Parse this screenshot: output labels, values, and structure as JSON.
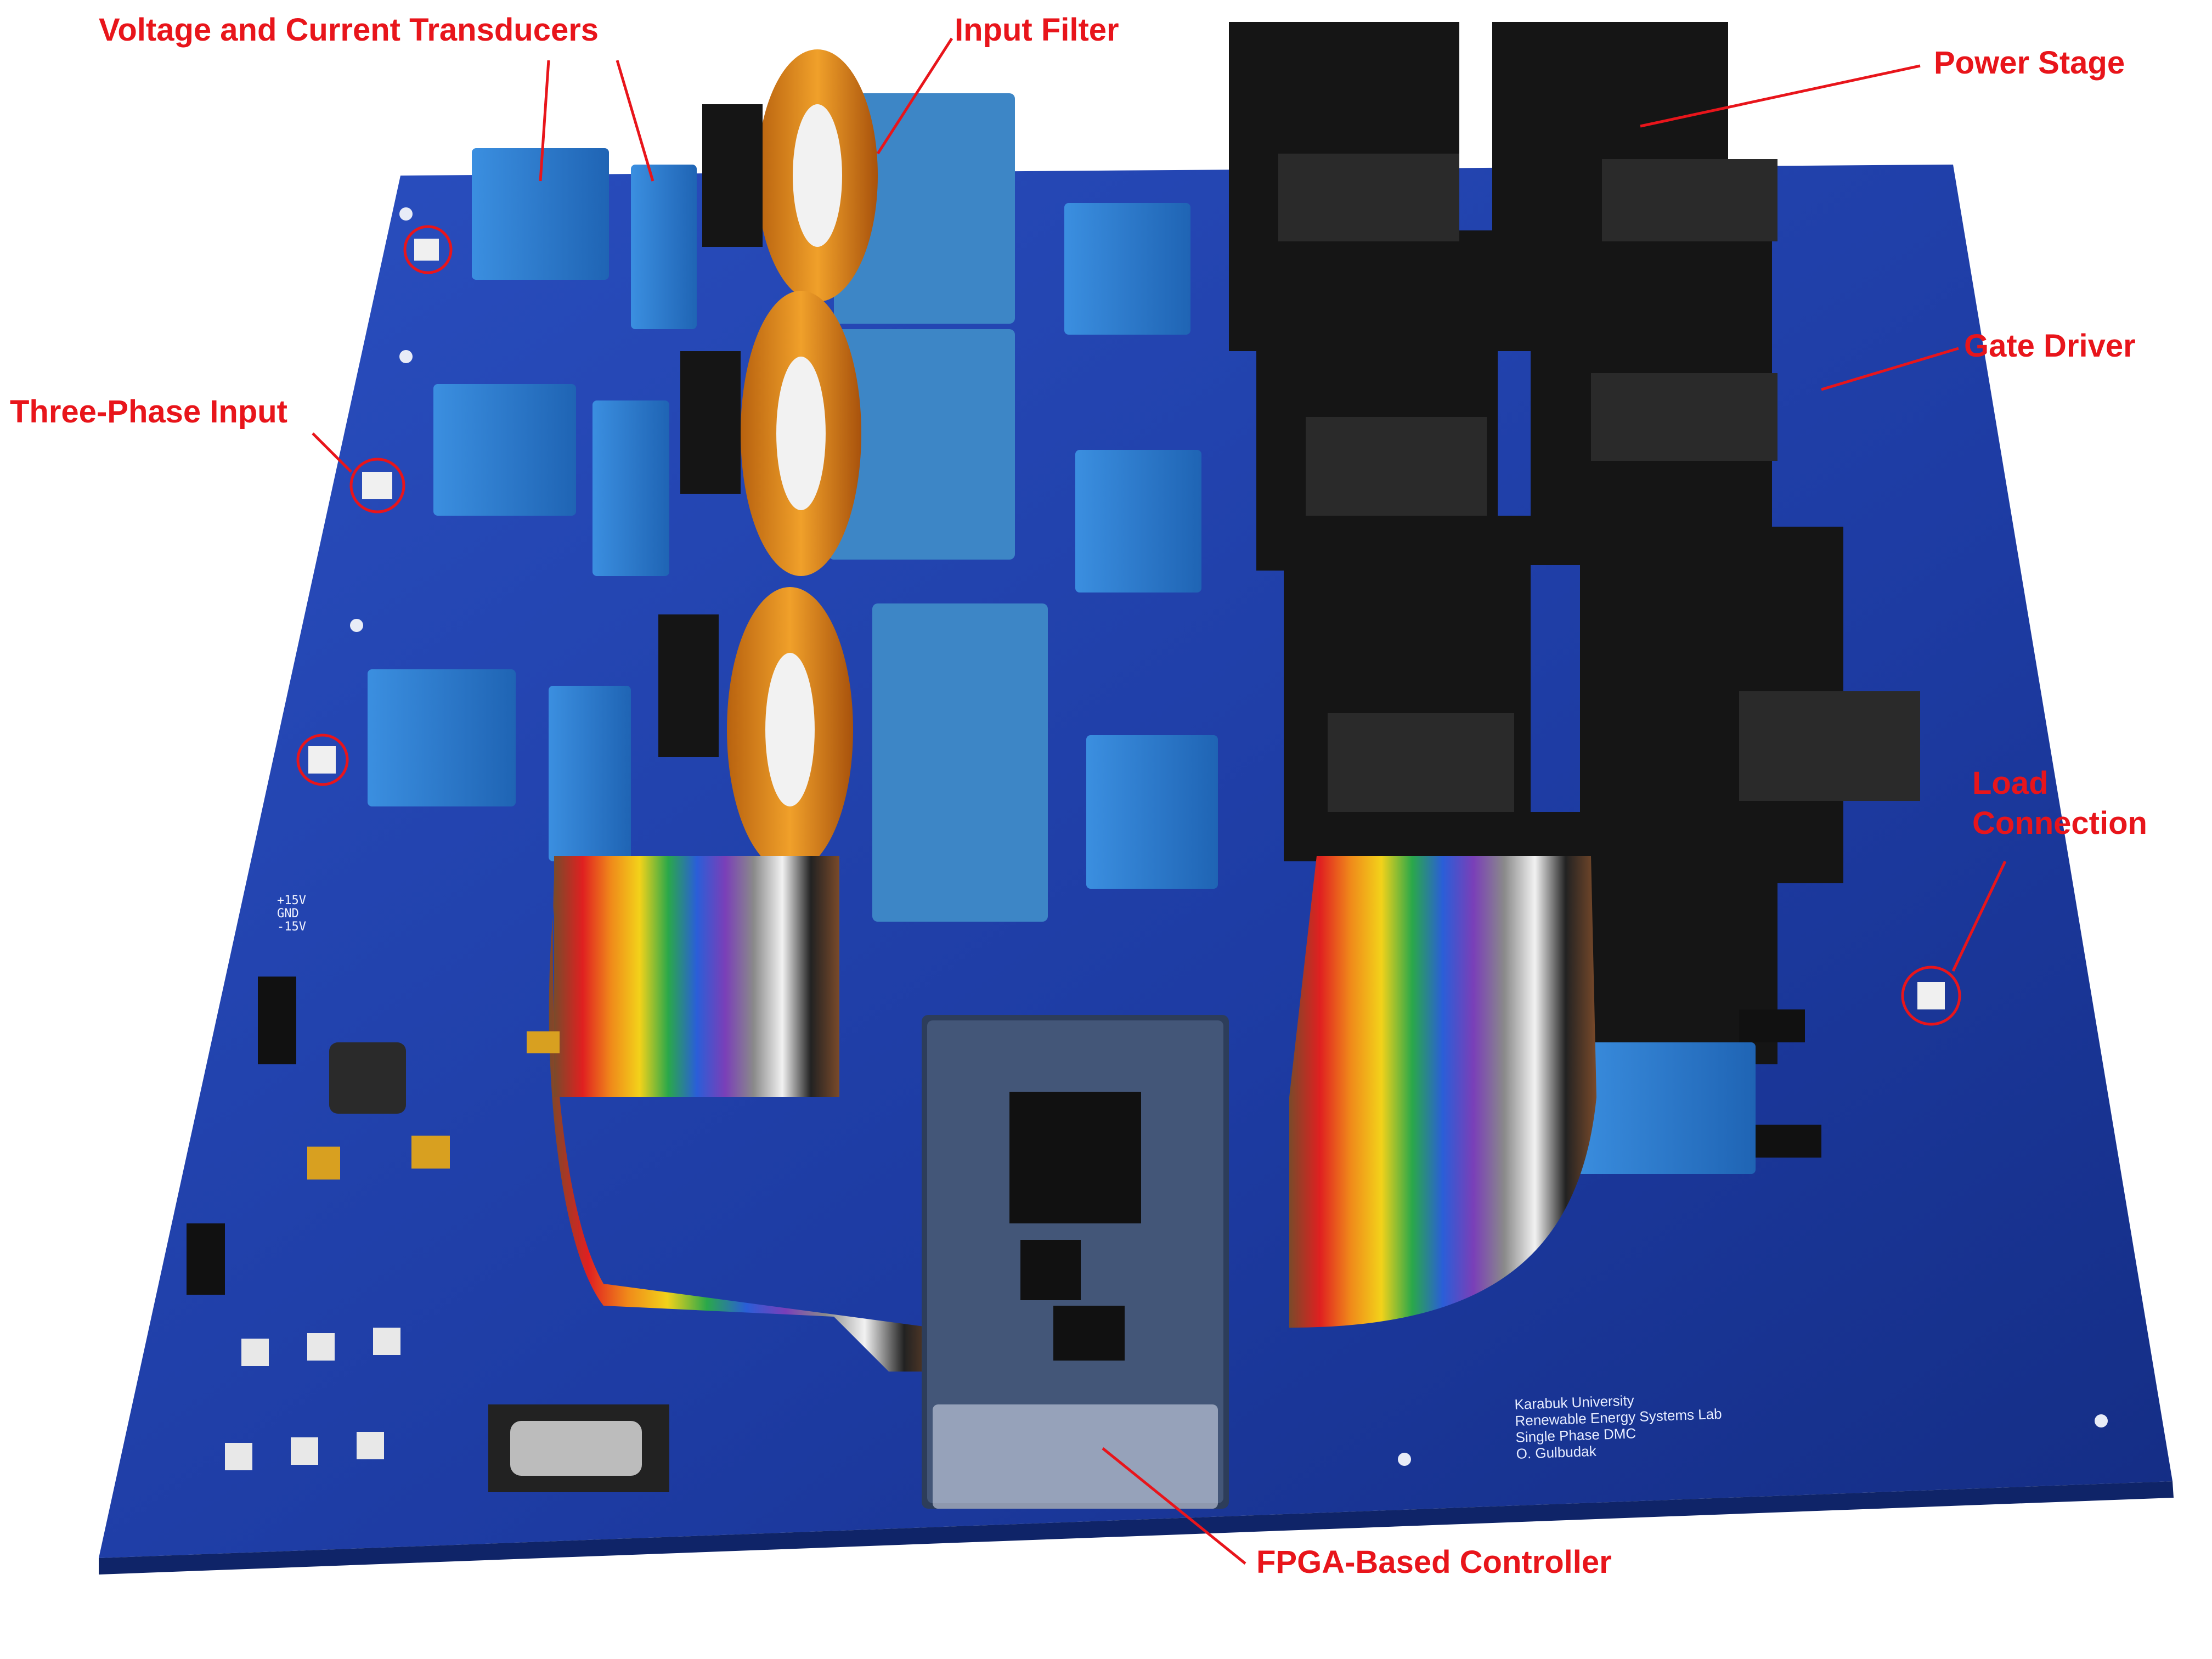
{
  "callouts": {
    "transducers": "Voltage and Current Transducers",
    "input_filter": "Input Filter",
    "power_stage": "Power Stage",
    "gate_driver": "Gate Driver",
    "three_phase_input": "Three-Phase Input",
    "load_connection_line1": "Load",
    "load_connection_line2": "Connection",
    "fpga_controller": "FPGA-Based Controller"
  },
  "board_label": {
    "line1": "Karabuk University",
    "line2": "Renewable Energy Systems Lab",
    "line3": "Single Phase DMC",
    "line4": "O. Gulbudak"
  },
  "power_labels": {
    "plus15": "+15V",
    "gnd": "GND",
    "minus15": "-15V"
  },
  "colors": {
    "callout_text": "#e8151b",
    "pcb_blue": "#1e3fa8",
    "transducer_blue": "#2f7fd0",
    "heatsink_black": "#151515"
  }
}
